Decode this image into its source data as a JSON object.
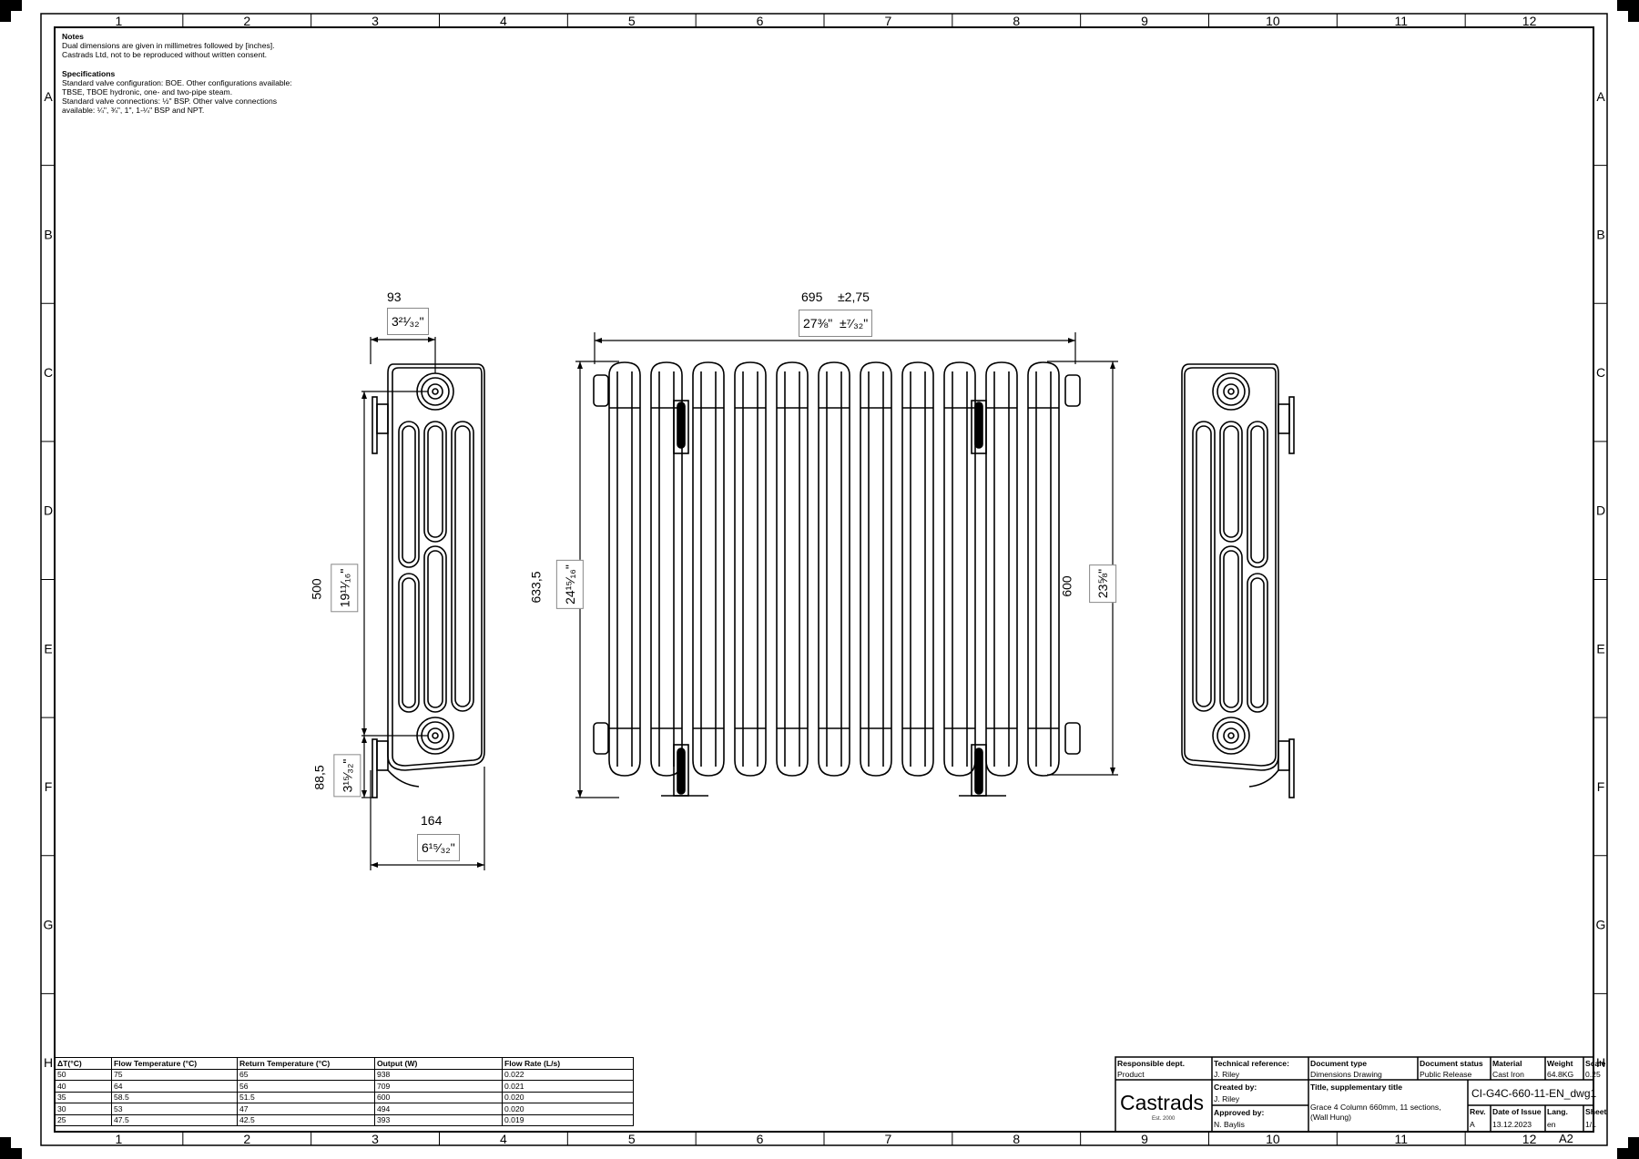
{
  "notes": {
    "heading": "Notes",
    "line1": "Dual dimensions are given in millimetres followed by [inches].",
    "line2": "Castrads Ltd, not to be reproduced without written consent."
  },
  "specifications": {
    "heading": "Specifications",
    "line1": "Standard valve configuration: BOE. Other configurations available:",
    "line2": "TBSE, TBOE hydronic, one- and two-pipe steam.",
    "line3": "Standard valve connections: ½\" BSP. Other valve connections",
    "line4": "available: ¼\", ¾\", 1\", 1-¼\" BSP and NPT."
  },
  "grid": {
    "columns": [
      "1",
      "2",
      "3",
      "4",
      "5",
      "6",
      "7",
      "8",
      "9",
      "10",
      "11",
      "12"
    ],
    "rows": [
      "A",
      "B",
      "C",
      "D",
      "E",
      "F",
      "G",
      "H"
    ]
  },
  "dimensions": {
    "depth_top_mm": "93",
    "depth_top_in": "3²¹⁄₃₂\"",
    "width_mm": "695",
    "width_tol_mm": "±2,75",
    "width_in": "27⅜\"",
    "width_tol_in": "±⁷⁄₃₂\"",
    "centres_mm": "500",
    "centres_in": "19¹¹⁄₁₆\"",
    "height_mm": "633,5",
    "height_in": "24¹⁵⁄₁₆\"",
    "height2_mm": "600",
    "height2_in": "23⅝\"",
    "bottom_mm": "88,5",
    "bottom_in": "3¹⁵⁄₃₂\"",
    "depth_mm": "164",
    "depth_in": "6¹⁵⁄₃₂\""
  },
  "performance_table": {
    "headers": [
      "ΔT(°C)",
      "Flow Temperature (°C)",
      "Return Temperature (°C)",
      "Output (W)",
      "Flow Rate (L/s)"
    ],
    "rows": [
      [
        "50",
        "75",
        "65",
        "938",
        "0.022"
      ],
      [
        "40",
        "64",
        "56",
        "709",
        "0.021"
      ],
      [
        "35",
        "58.5",
        "51.5",
        "600",
        "0.020"
      ],
      [
        "30",
        "53",
        "47",
        "494",
        "0.020"
      ],
      [
        "25",
        "47.5",
        "42.5",
        "393",
        "0.019"
      ]
    ]
  },
  "title_block": {
    "responsible_dept_label": "Responsible dept.",
    "responsible_dept": "Product",
    "technical_reference_label": "Technical reference:",
    "technical_reference": "J. Riley",
    "document_type_label": "Document type",
    "document_type": "Dimensions Drawing",
    "document_status_label": "Document status",
    "document_status": "Public Release",
    "material_label": "Material",
    "material": "Cast Iron",
    "weight_label": "Weight",
    "weight": "64.8KG",
    "scale_label": "Scale",
    "scale": "0.25",
    "logo": "Castrads",
    "logo_sub": "Est. 2000",
    "created_by_label": "Created by:",
    "created_by": "J. Riley",
    "approved_by_label": "Approved by:",
    "approved_by": "N. Baylis",
    "title_label": "Title, supplementary title",
    "title_line1": "Grace 4 Column 660mm, 11 sections,",
    "title_line2": "(Wall Hung)",
    "drawing_number": "CI-G4C-660-11-EN_dwg1",
    "rev_label": "Rev.",
    "rev": "A",
    "date_label": "Date of Issue",
    "date": "13.12.2023",
    "lang_label": "Lang.",
    "lang": "en",
    "sheet_label": "Sheet",
    "sheet": "1/1"
  },
  "sheet_size": "A2"
}
